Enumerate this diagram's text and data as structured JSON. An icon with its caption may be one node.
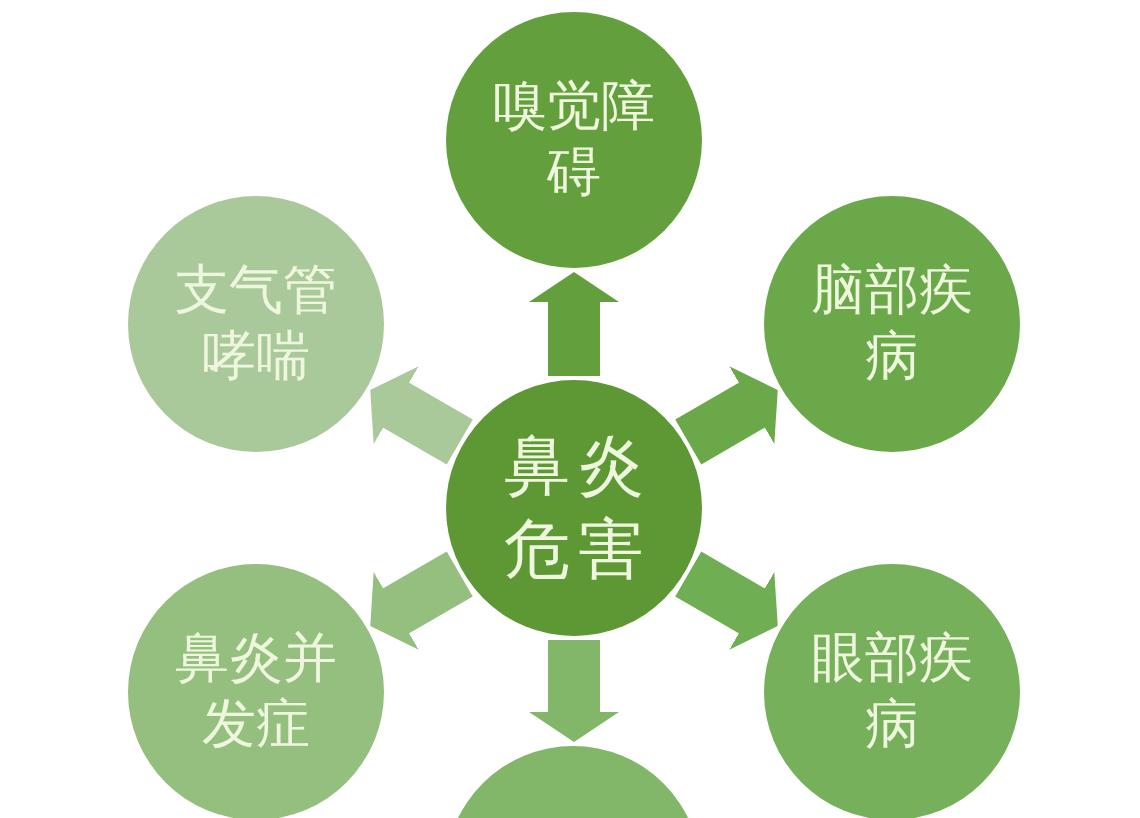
{
  "diagram": {
    "nodes": [
      {
        "text": [
          "嗅觉障碍"
        ]
      },
      {
        "text": [
          "支气管哮喘"
        ]
      },
      {
        "text": [
          "脑部疾病"
        ]
      },
      {
        "text": [
          "鼻炎危害"
        ]
      },
      {
        "text": [
          "鼻炎并发症"
        ]
      },
      {
        "text": [
          "眼部疾病"
        ]
      },
      {
        "text": [],
        "shape": "circle"
      }
    ],
    "edges": [
      {
        "from": 3,
        "to": 0,
        "arrow": "to",
        "color": "#63a03d"
      },
      {
        "from": 3,
        "to": 2,
        "arrow": "to",
        "color": "#6aa84a"
      },
      {
        "from": 3,
        "to": 5,
        "arrow": "to",
        "color": "#6fae52"
      },
      {
        "from": 3,
        "to": 6,
        "arrow": "to",
        "color": "#82b668"
      },
      {
        "from": 3,
        "to": 4,
        "arrow": "to",
        "color": "#94bf7e"
      },
      {
        "from": 3,
        "to": 1,
        "arrow": "to",
        "color": "#a9c99b"
      }
    ]
  }
}
